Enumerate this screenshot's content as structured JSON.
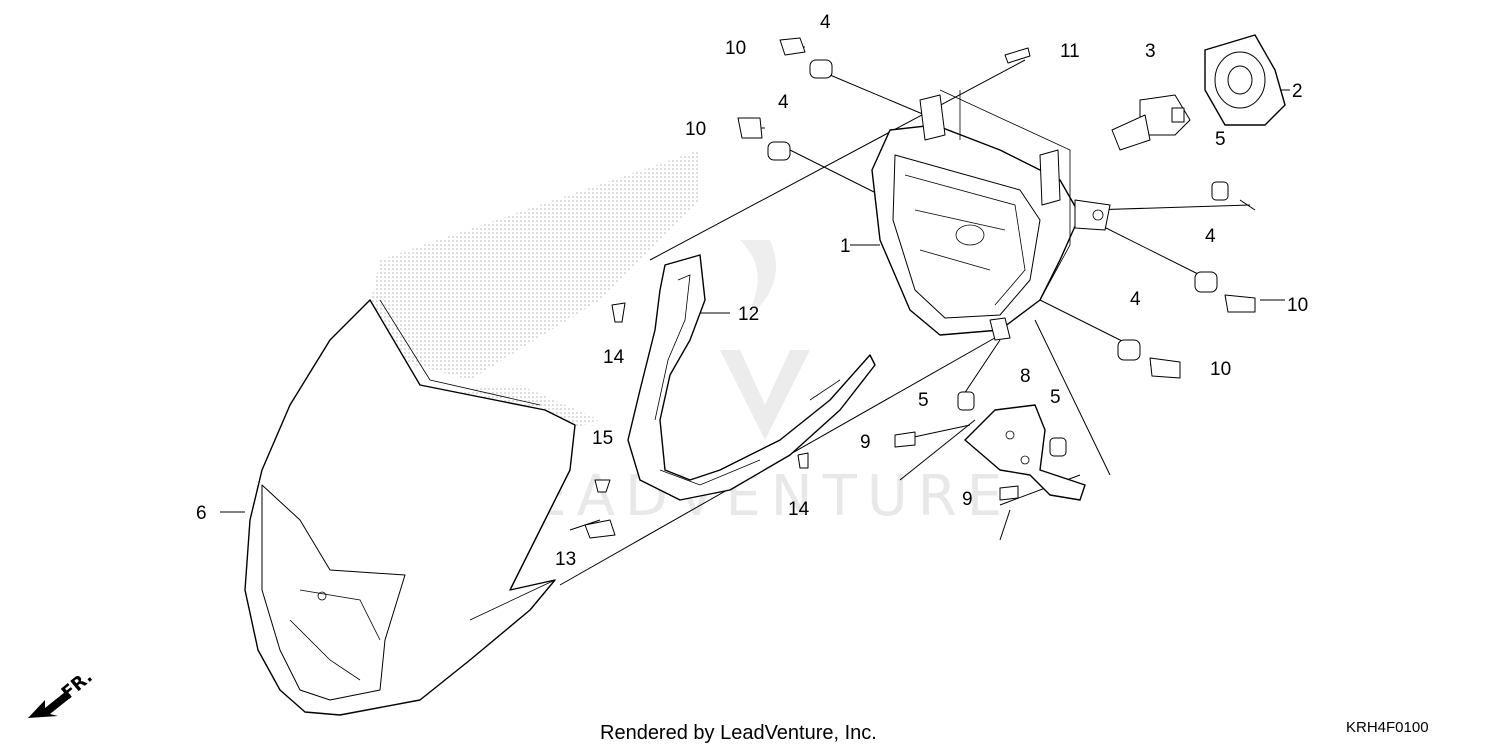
{
  "diagram": {
    "callouts": {
      "c1": "1",
      "c2": "2",
      "c3": "3",
      "c4a": "4",
      "c4b": "4",
      "c4c": "4",
      "c4d": "4",
      "c5a": "5",
      "c5b": "5",
      "c5c": "5",
      "c6": "6",
      "c8": "8",
      "c9a": "9",
      "c9b": "9",
      "c10a": "10",
      "c10b": "10",
      "c10c": "10",
      "c10d": "10",
      "c11": "11",
      "c12": "12",
      "c13": "13",
      "c14a": "14",
      "c14b": "14",
      "c15": "15"
    },
    "direction_label": "FR.",
    "footer_text": "Rendered by LeadVenture, Inc.",
    "diagram_code": "KRH4F0100",
    "watermark_text": "LEADVENTURE"
  },
  "colors": {
    "line": "#000000",
    "background": "#ffffff",
    "watermark": "#e8e8e8",
    "stipple": "#b0b0b0"
  },
  "icons": [
    "front-arrow-icon",
    "leadventure-logo-watermark"
  ]
}
